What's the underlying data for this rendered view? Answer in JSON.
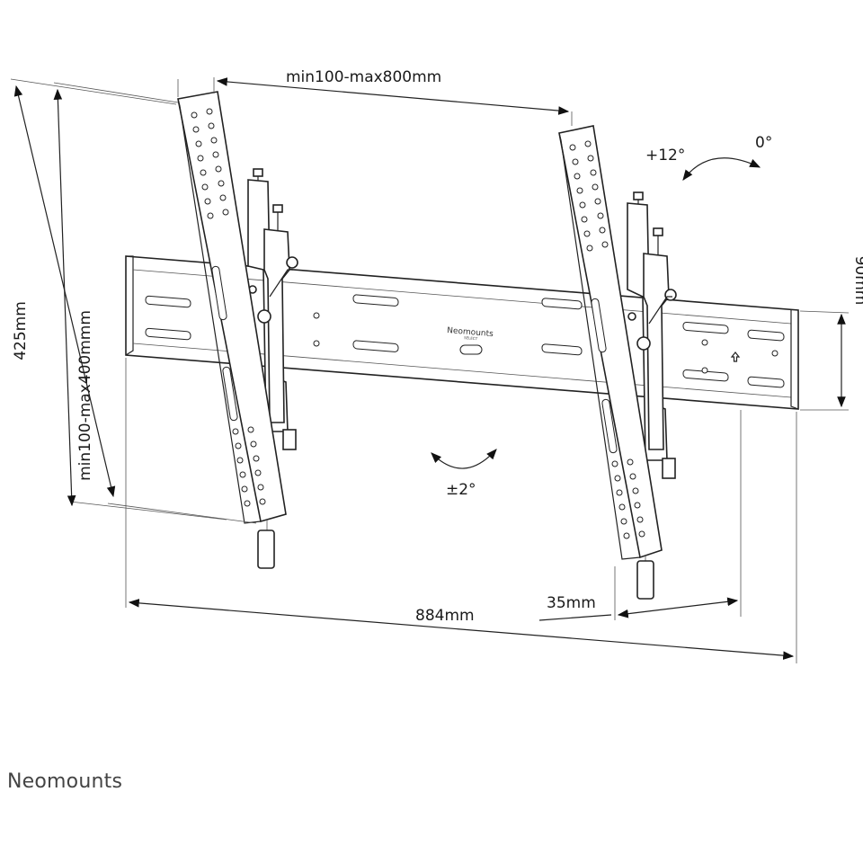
{
  "dimensions": {
    "width_range": "min100-max800mm",
    "tilt_range": "+12°",
    "tilt_zero": "0°",
    "overall_height": "425mm",
    "vertical_range": "min100-max400mmm",
    "plate_height": "90mm",
    "level_adjust": "±2°",
    "wall_distance": "35mm",
    "overall_width": "884mm"
  },
  "plate_brand": {
    "name": "Neomounts",
    "sub": "SELECT"
  },
  "footer_brand": "Neomounts",
  "colors": {
    "line": "#222222",
    "background": "#ffffff",
    "brand_text": "#444444"
  }
}
